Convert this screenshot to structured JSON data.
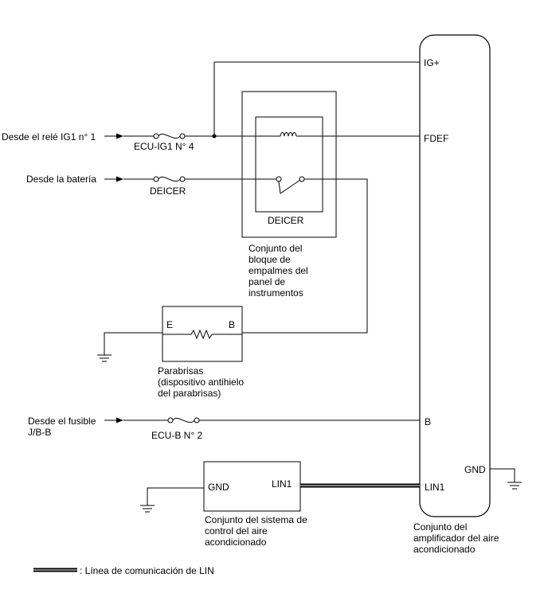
{
  "sources": {
    "ig1_relay": "Desde el relé IG1 n° 1",
    "battery": "Desde la batería",
    "fuse_line1": "Desde el fusible",
    "fuse_line2": "J/B-B"
  },
  "fuses": {
    "ecu_ig1": "ECU-IG1 N° 4",
    "deicer": "DEICER",
    "ecu_b": "ECU-B N° 2"
  },
  "junction_block": {
    "relay_label": "DEICER",
    "name_lines": [
      "Conjunto del",
      "bloque de",
      "empalmes del",
      "panel de",
      "instrumentos"
    ]
  },
  "windshield": {
    "terminal_e": "E",
    "terminal_b": "B",
    "name_lines": [
      "Parabrisas",
      "(dispositivo antihielo",
      "del parabrisas)"
    ]
  },
  "ac_control": {
    "terminal_gnd": "GND",
    "terminal_lin1": "LIN1",
    "name_lines": [
      "Conjunto del sistema de",
      "control del aire",
      "acondicionado"
    ]
  },
  "amplifier": {
    "terminals": {
      "ig": "IG+",
      "fdef": "FDEF",
      "b": "B",
      "lin1": "LIN1",
      "gnd": "GND"
    },
    "name_lines": [
      "Conjunto del",
      "amplificador del aire",
      "acondicionado"
    ]
  },
  "legend": {
    "lin_line": ": Línea de comunicación de LIN"
  }
}
